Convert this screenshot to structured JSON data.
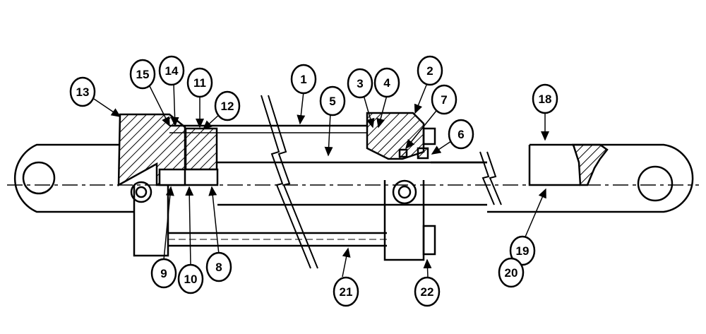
{
  "callouts": [
    {
      "id": "c1",
      "label": "1"
    },
    {
      "id": "c2",
      "label": "2"
    },
    {
      "id": "c3",
      "label": "3"
    },
    {
      "id": "c4",
      "label": "4"
    },
    {
      "id": "c5",
      "label": "5"
    },
    {
      "id": "c6",
      "label": "6"
    },
    {
      "id": "c7",
      "label": "7"
    },
    {
      "id": "c8",
      "label": "8"
    },
    {
      "id": "c9",
      "label": "9"
    },
    {
      "id": "c10",
      "label": "10"
    },
    {
      "id": "c11",
      "label": "11"
    },
    {
      "id": "c12",
      "label": "12"
    },
    {
      "id": "c13",
      "label": "13"
    },
    {
      "id": "c14",
      "label": "14"
    },
    {
      "id": "c15",
      "label": "15"
    },
    {
      "id": "c18",
      "label": "18"
    },
    {
      "id": "c19",
      "label": "19"
    },
    {
      "id": "c20",
      "label": "20"
    },
    {
      "id": "c21",
      "label": "21"
    },
    {
      "id": "c22",
      "label": "22"
    }
  ],
  "colors": {
    "ink": "#000000",
    "paper": "#ffffff"
  }
}
